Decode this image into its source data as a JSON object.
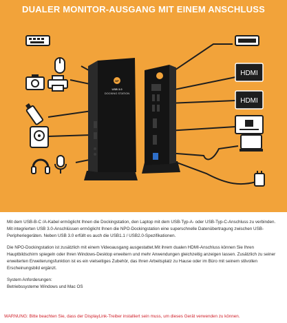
{
  "banner": {
    "title": "DUALER MONITOR-AUSGANG MIT EINEM ANSCHLUSS",
    "background_color": "#f2a33a"
  },
  "dock": {
    "front_label": "USB 3.0",
    "front_sublabel": "DOCKING STATION",
    "logo_text": "NP"
  },
  "ports": {
    "hdmi_top_label": "HDMI",
    "hdmi_bottom_label": "HDMI"
  },
  "icons": [
    "keyboard-icon",
    "mouse-icon",
    "camera-icon",
    "printer-icon",
    "usb-stick-icon",
    "hard-drive-icon",
    "headphones-icon",
    "microphone-icon",
    "monitor-icon",
    "ethernet-icon",
    "laptop-icon",
    "power-adapter-icon"
  ],
  "description": {
    "paragraph1": "Mit dem USB-B-C /A-Kabel ermöglicht Ihnen die Dockingstation, den Laptop mit dem USB-Typ-A- oder USB-Typ-C-Anschluss zu verbinden. Mit integrierten USB 3.0-Anschlüssen ermöglicht Ihnen die NPO-Dockingstation eine superschnelle Datenübertragung zwischen USB-Peripheriegeräten. Neben USB 3.0 erfüllt es auch die USB1.1 / USB2.0-Spezifikationen.",
    "paragraph2": "Die NPO-Dockingstation ist zusätzlich mit einem Videoausgang ausgestattet.Mit ihrem dualen HDMI-Anschluss können Sie Ihren Hauptbildschirm spiegeln oder Ihren Windows-Desktop erweitern und mehr Anwendungen gleichzeitig anzeigen lassen. Zusätzlich zu seiner erweiterten Erweiterungsfunktion ist es ein vielseitiges Zubehör, das Ihren Arbeitsplatz zu Hause oder im Büro mit seinem stilvollen Erscheinungsbild ergänzt.",
    "requirements_heading": "System Anforderungen:",
    "requirements_text": "Betriebssysteme Windows  und Mac OS"
  },
  "warning": {
    "text": "WARNUNG: Bitte beachten Sie, dass der DisplayLink-Treiber installiert sein muss, um dieses Gerät verwenden zu können.",
    "color": "#d0202a"
  }
}
